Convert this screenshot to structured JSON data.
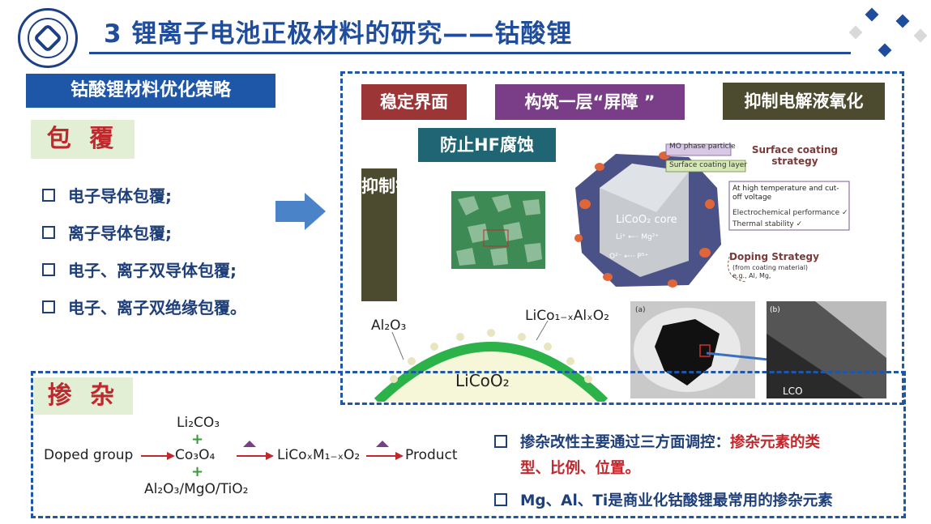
{
  "header": {
    "title": "3 锂离子电池正极材料的研究——钴酸锂"
  },
  "left": {
    "strategy_label": "钴酸锂材料优化策略",
    "coating_heading": "包 覆",
    "coating_items": [
      "电子导体包覆;",
      "离子导体包覆;",
      "电子、离子双导体包覆;",
      "电子、离子双绝缘包覆。"
    ]
  },
  "right": {
    "tags": {
      "stable_interface": "稳定界面",
      "barrier": "构筑一层“屏障 ”",
      "suppress_oxidation": "抑制电解液氧化",
      "prevent_hf": "防止HF腐蚀",
      "suppress_co": "抑制钴溶出"
    },
    "figure": {
      "mo_phase": "MO phase particle",
      "surface_layer": "Surface coating layer",
      "core": "LiCoO₂ core",
      "li_mg": "Li⁺ ←·· Mg²⁺",
      "o_p": "O²⁻ ←·· P⁵⁺",
      "strategy_title": "Surface coating strategy",
      "high_temp": "At high temperature and cut-off voltage",
      "electrochem": "Electrochemical performance ✓",
      "thermal": "Thermal stability ✓",
      "doping_title": "Doping Strategy",
      "doping_sub": "(from coating material) e.g., Al, Mg,",
      "al2o3": "Al₂O₃",
      "licoalo2": "LiCo₁₋ₓAlₓO₂",
      "licoo2": "LiCoO₂",
      "tem_a": "(a)",
      "tem_b": "(b)",
      "tem_lco": "LCO"
    }
  },
  "doping": {
    "heading": "掺 杂",
    "doped_group": "Doped group",
    "li2co3": "Li₂CO₃",
    "co3o4": "Co₃O₄",
    "oxides": "Al₂O₃/MgO/TiO₂",
    "formula": "LiCoₓM₁₋ₓO₂",
    "product": "Product",
    "plus": "+",
    "bullet1_a": "掺杂改性主要通过三方面调控：",
    "bullet1_b": "掺杂元素的类",
    "bullet1_c": "型、比例、位置。",
    "bullet2": "Mg、Al、Ti是商业化钴酸锂最常用的掺杂元素"
  },
  "colors": {
    "primary_blue": "#1e57a8",
    "title_blue": "#1f4d9b",
    "accent_red": "#c0282d",
    "tag_green_bg": "#e2efd5"
  }
}
